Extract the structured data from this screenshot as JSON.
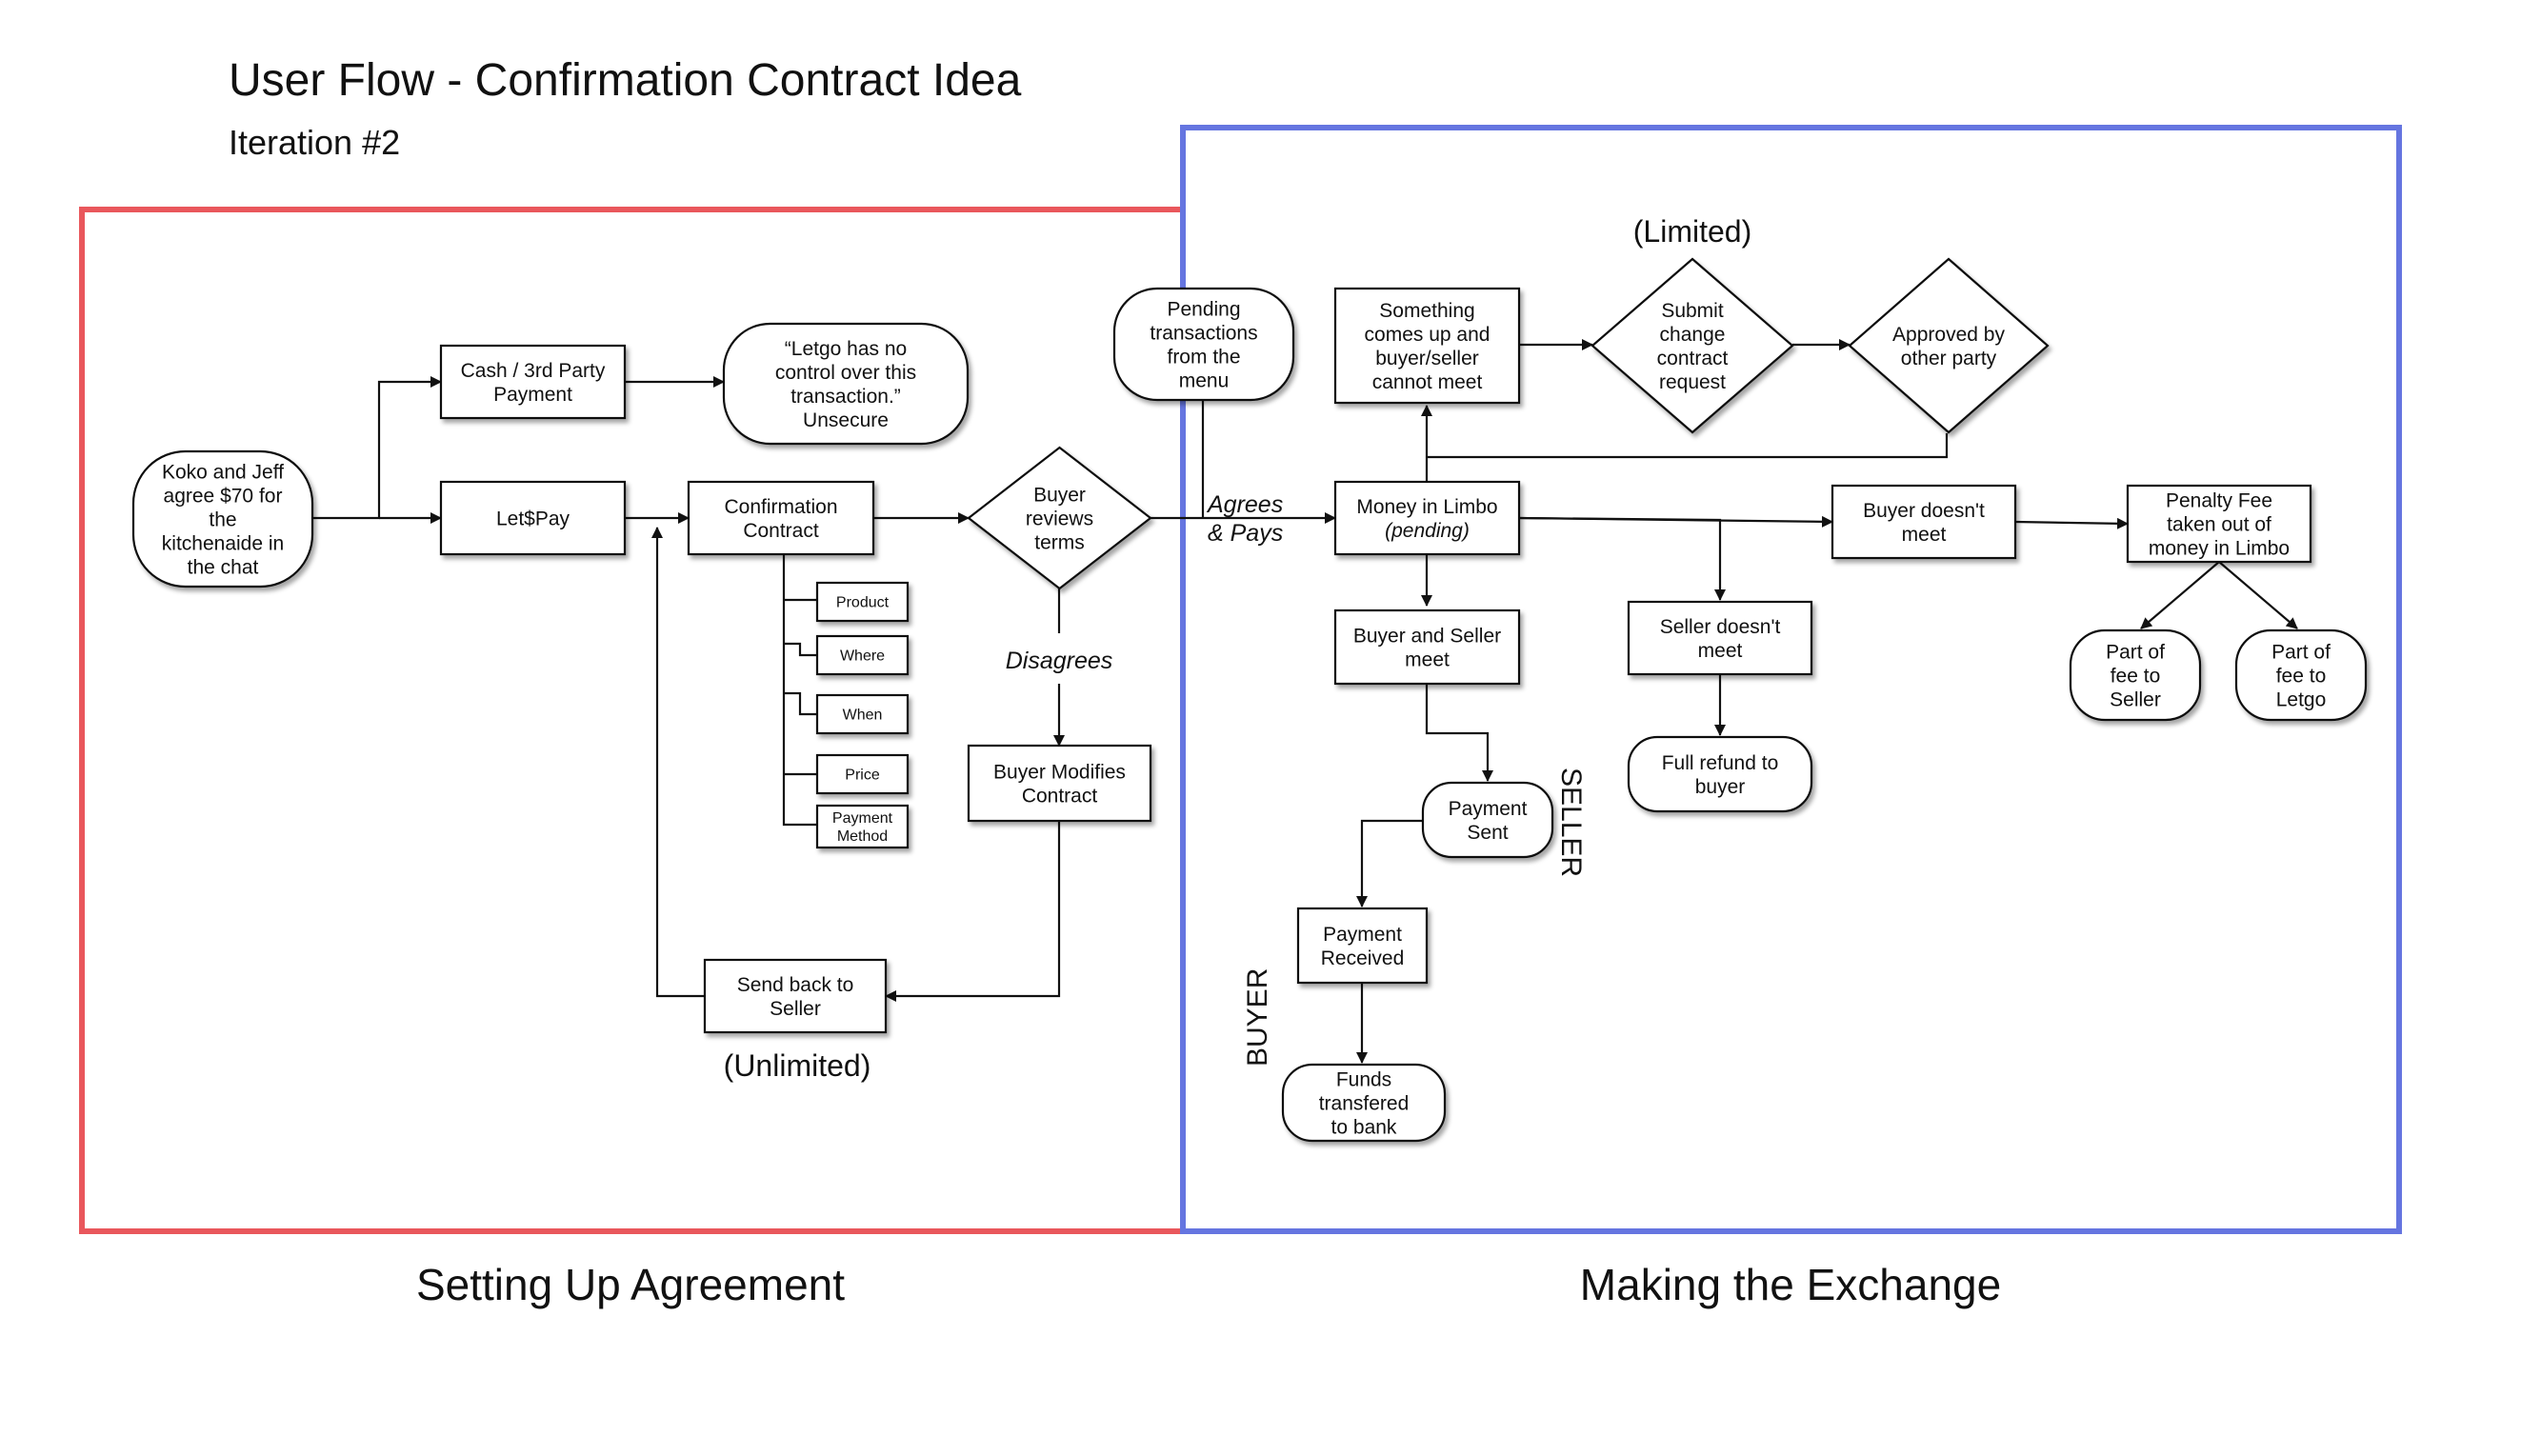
{
  "title": "User Flow - Confirmation Contract Idea",
  "subtitle": "Iteration #2",
  "regions": {
    "setup": {
      "label": "Setting Up Agreement",
      "color": "#e9575c"
    },
    "exchange": {
      "label": "Making the Exchange",
      "color": "#6575e0"
    }
  },
  "nodes": {
    "koko": [
      "Koko and Jeff",
      "agree $70 for",
      "the",
      "kitchenaide in",
      "the chat"
    ],
    "cash": [
      "Cash / 3rd Party",
      "Payment"
    ],
    "letgo_quote": [
      "“Letgo has no",
      "control over this",
      "transaction.”",
      "Unsecure"
    ],
    "letpay": [
      "Let$Pay"
    ],
    "confirmation": [
      "Confirmation",
      "Contract"
    ],
    "product": [
      "Product"
    ],
    "where": [
      "Where"
    ],
    "when": [
      "When"
    ],
    "price": [
      "Price"
    ],
    "payment_method": [
      "Payment",
      "Method"
    ],
    "buyer_reviews": [
      "Buyer",
      "reviews",
      "terms"
    ],
    "buyer_modifies": [
      "Buyer Modifies",
      "Contract"
    ],
    "send_back": [
      "Send back to",
      "Seller"
    ],
    "pending": [
      "Pending",
      "transactions",
      "from the",
      "menu"
    ],
    "something": [
      "Something",
      "comes up and",
      "buyer/seller",
      "cannot meet"
    ],
    "submit_change": [
      "Submit",
      "change",
      "contract",
      "request"
    ],
    "approved": [
      "Approved by",
      "other party"
    ],
    "money_limbo": [
      "Money in Limbo",
      "(pending)"
    ],
    "buyer_doesnt": [
      "Buyer doesn't",
      "meet"
    ],
    "penalty": [
      "Penalty Fee",
      "taken out of",
      "money in Limbo"
    ],
    "fee_seller": [
      "Part of",
      "fee to",
      "Seller"
    ],
    "fee_letgo": [
      "Part of",
      "fee to",
      "Letgo"
    ],
    "buyer_seller_meet": [
      "Buyer and Seller",
      "meet"
    ],
    "seller_doesnt": [
      "Seller doesn't",
      "meet"
    ],
    "full_refund": [
      "Full refund to",
      "buyer"
    ],
    "payment_sent": [
      "Payment",
      "Sent"
    ],
    "payment_received": [
      "Payment",
      "Received"
    ],
    "funds": [
      "Funds",
      "transfered",
      "to bank"
    ]
  },
  "labels": {
    "limited": "(Limited)",
    "unlimited": "(Unlimited)",
    "disagrees": "Disagrees",
    "agrees": "Agrees",
    "pays": "& Pays",
    "seller": "SELLER",
    "buyer": "BUYER"
  }
}
